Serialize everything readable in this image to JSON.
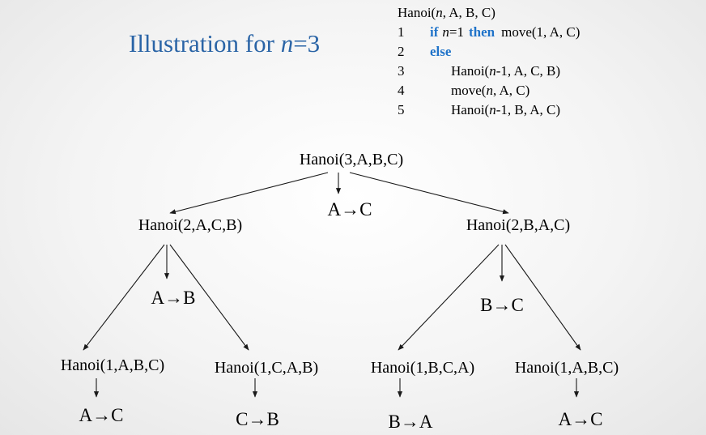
{
  "title": {
    "prefix": "Illustration for ",
    "var": "n",
    "suffix": "=3"
  },
  "pseudocode": {
    "header": {
      "pre": "Hanoi(",
      "var": "n",
      "post": ", A, B, C)"
    },
    "lines": [
      {
        "num": "1",
        "kw1": "if",
        "var": "n",
        "mid": "=1",
        "kw2": "then",
        "rest": "move(1, A, C)"
      },
      {
        "num": "2",
        "kw": "else"
      },
      {
        "num": "3",
        "pre": "Hanoi(",
        "var": "n",
        "post": "-1, A, C, B)"
      },
      {
        "num": "4",
        "pre": "move(",
        "var": "n",
        "post": ", A, C)"
      },
      {
        "num": "5",
        "pre": "Hanoi(",
        "var": "n",
        "post": "-1, B, A, C)"
      }
    ]
  },
  "tree": {
    "root": "Hanoi(3,A,B,C)",
    "root_move": "A→C",
    "left": "Hanoi(2,A,C,B)",
    "left_move": "A→B",
    "right": "Hanoi(2,B,A,C)",
    "right_move": "B→C",
    "leaves": [
      {
        "call": "Hanoi(1,A,B,C)",
        "move": "A→C"
      },
      {
        "call": "Hanoi(1,C,A,B)",
        "move": "C→B"
      },
      {
        "call": "Hanoi(1,B,C,A)",
        "move": "B→A"
      },
      {
        "call": "Hanoi(1,A,B,C)",
        "move": "A→C"
      }
    ]
  }
}
